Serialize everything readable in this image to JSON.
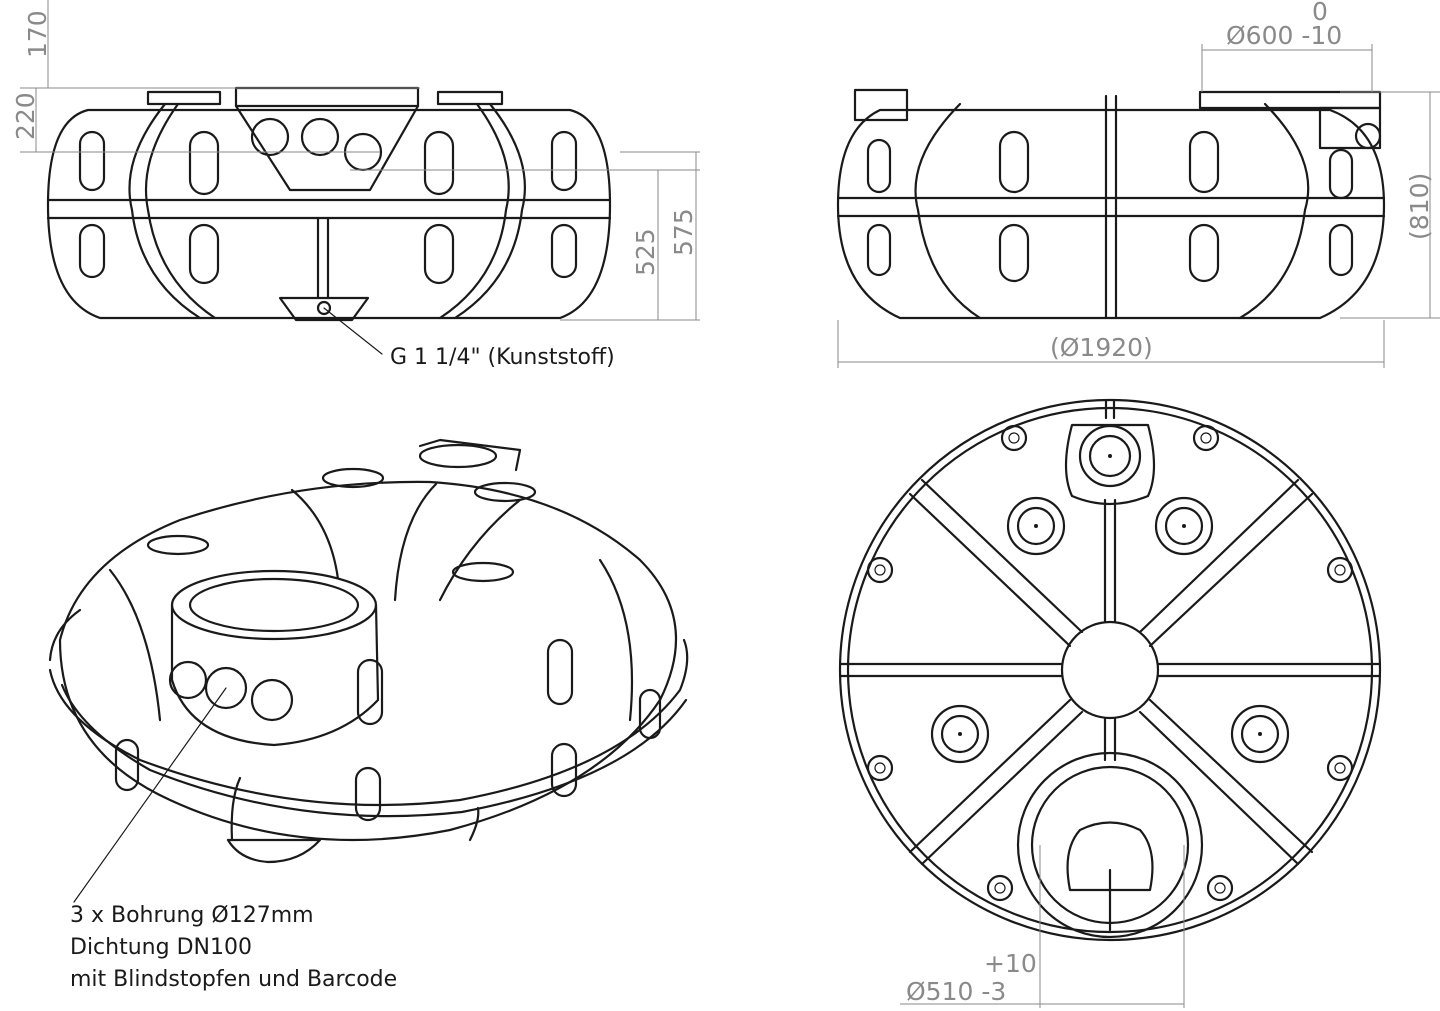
{
  "dimensions": {
    "front_170": "170",
    "front_220": "220",
    "front_525": "525",
    "front_575": "575",
    "side_tol_upper": "0",
    "side_dia_600": "Ø600 -10",
    "side_810": "(810)",
    "side_dia_1920": "(Ø1920)",
    "top_tol_upper": "+10",
    "top_dia_510": "Ø510 -3"
  },
  "labels": {
    "drain_fitting": "G 1 1/4\" (Kunststoff)",
    "bore_line1": "3 x Bohrung Ø127mm",
    "bore_line2": "Dichtung DN100",
    "bore_line3": "mit Blindstopfen und Barcode"
  }
}
